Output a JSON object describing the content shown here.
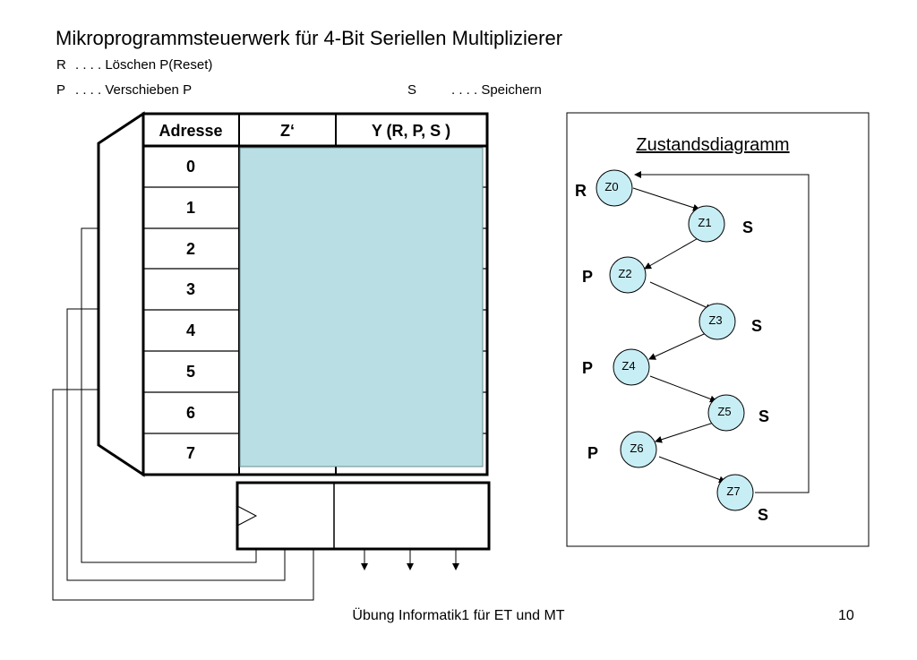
{
  "title": "Mikroprogrammsteuerwerk für 4-Bit Seriellen Multiplizierer",
  "legend": {
    "r_key": "R",
    "r_text": ". . . . Löschen P(Reset)",
    "p_key": "P",
    "p_text": ". . . . Verschieben P",
    "s_key": "S",
    "s_text": ". . . .  Speichern"
  },
  "rom_table": {
    "headers": [
      "Adresse",
      "Z‘",
      "Y (R, P, S )"
    ],
    "addresses": [
      "0",
      "1",
      "2",
      "3",
      "4",
      "5",
      "6",
      "7"
    ],
    "fill_color": "#b9dfe4"
  },
  "state_diagram": {
    "title": "Zustandsdiagramm",
    "states": [
      "Z0",
      "Z1",
      "Z2",
      "Z3",
      "Z4",
      "Z5",
      "Z6",
      "Z7"
    ],
    "signals": [
      "R",
      "S",
      "P",
      "S",
      "P",
      "S",
      "P",
      "S"
    ],
    "node_color": "#c8eef5"
  },
  "footer": "Übung Informatik1 für ET und MT",
  "page_number": "10"
}
